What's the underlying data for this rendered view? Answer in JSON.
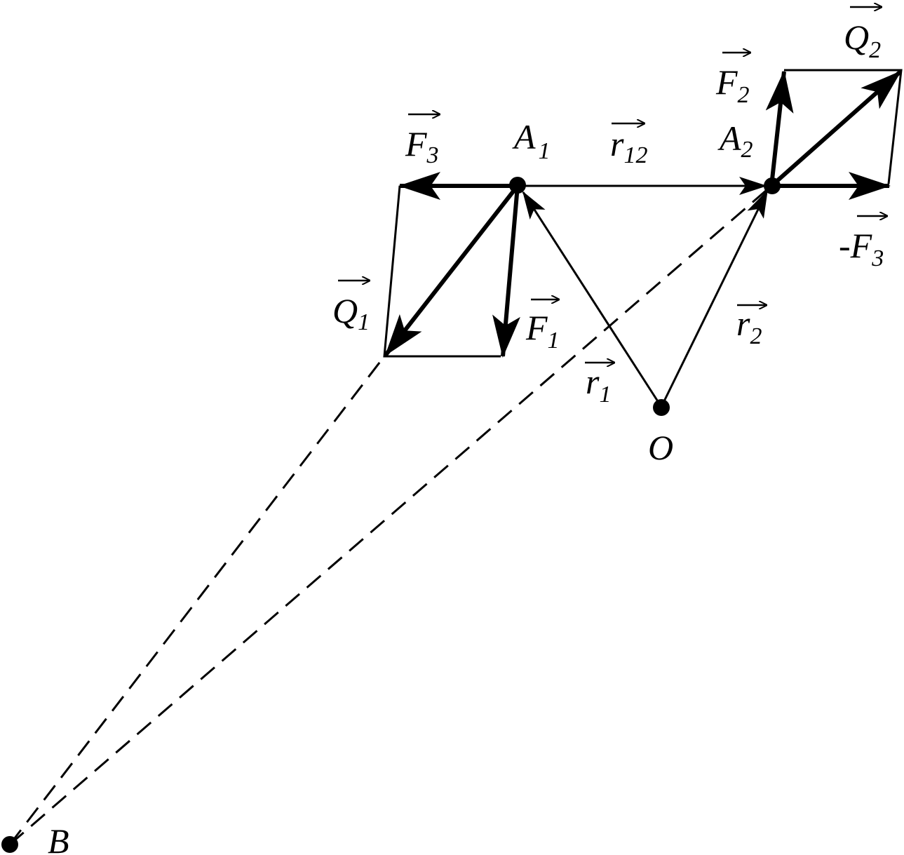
{
  "colors": {
    "ink": "#000000",
    "background": "#ffffff"
  },
  "labels": {
    "F3": {
      "letter": "F",
      "sub": "3"
    },
    "A1": {
      "letter": "A",
      "sub": "1"
    },
    "r12": {
      "letter": "r",
      "sub": "12"
    },
    "A2": {
      "letter": "A",
      "sub": "2"
    },
    "F2": {
      "letter": "F",
      "sub": "2"
    },
    "Q2": {
      "letter": "Q",
      "sub": "2"
    },
    "negF3": {
      "sign": "-",
      "letter": "F",
      "sub": "3"
    },
    "Q1": {
      "letter": "Q",
      "sub": "1"
    },
    "F1": {
      "letter": "F",
      "sub": "1"
    },
    "r1": {
      "letter": "r",
      "sub": "1"
    },
    "r2": {
      "letter": "r",
      "sub": "2"
    },
    "O": {
      "letter": "O"
    },
    "B": {
      "letter": "B"
    }
  }
}
